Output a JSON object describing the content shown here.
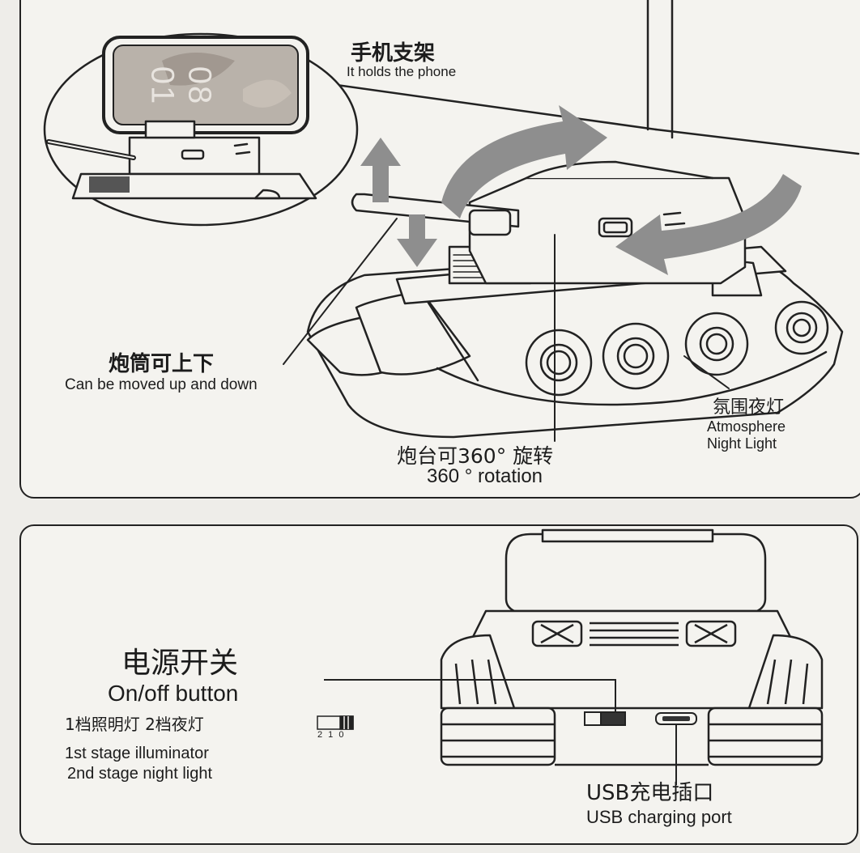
{
  "labels": {
    "phone_holder": {
      "cn": "手机支架",
      "en": "It holds the phone"
    },
    "barrel": {
      "cn": "炮筒可上下",
      "en": "Can be moved up and down"
    },
    "rotation": {
      "cn": "炮台可360°  旋转",
      "en": "360 ° rotation"
    },
    "night_light": {
      "cn": "氛围夜灯",
      "en_line1": "Atmosphere",
      "en_line2": "Night Light"
    },
    "power": {
      "cn": "电源开关",
      "en": "On/off button",
      "modes_cn": "1档照明灯  2档夜灯",
      "switch_positions": "2 1 0",
      "mode1_en": "1st stage illuminator",
      "mode2_en": "2nd stage night light"
    },
    "usb": {
      "cn": "USB充电插口",
      "en": "USB charging port"
    }
  },
  "phone": {
    "time_hour": "01",
    "time_min": "08"
  },
  "colors": {
    "arrow": "#8e8e8e",
    "line": "#222222",
    "paper": "#f4f3ef",
    "background": "#eeede9"
  }
}
